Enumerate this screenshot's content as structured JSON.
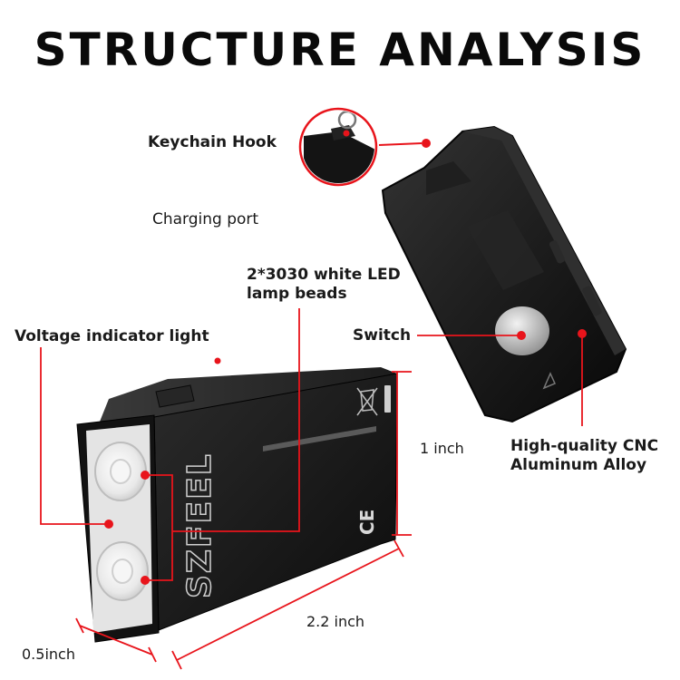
{
  "title": "STRUCTURE ANALYSIS",
  "colors": {
    "callout": "#e8141b",
    "body": "#161616",
    "dimension": "#e8141b",
    "text": "#111111"
  },
  "callouts": {
    "keychain_hook": "Keychain Hook",
    "charging_port": "Charging port",
    "led_line1": "2*3030 white LED",
    "led_line2": "lamp beads",
    "voltage_indicator": "Voltage indicator light",
    "switch": "Switch",
    "cnc_line1": "High-quality CNC",
    "cnc_line2": "Aluminum Alloy"
  },
  "dimensions": {
    "height": "1 inch",
    "length": "2.2 inch",
    "depth": "0.5inch"
  },
  "markings": {
    "brand_logo": "SZFEEL",
    "certification": "CE"
  }
}
